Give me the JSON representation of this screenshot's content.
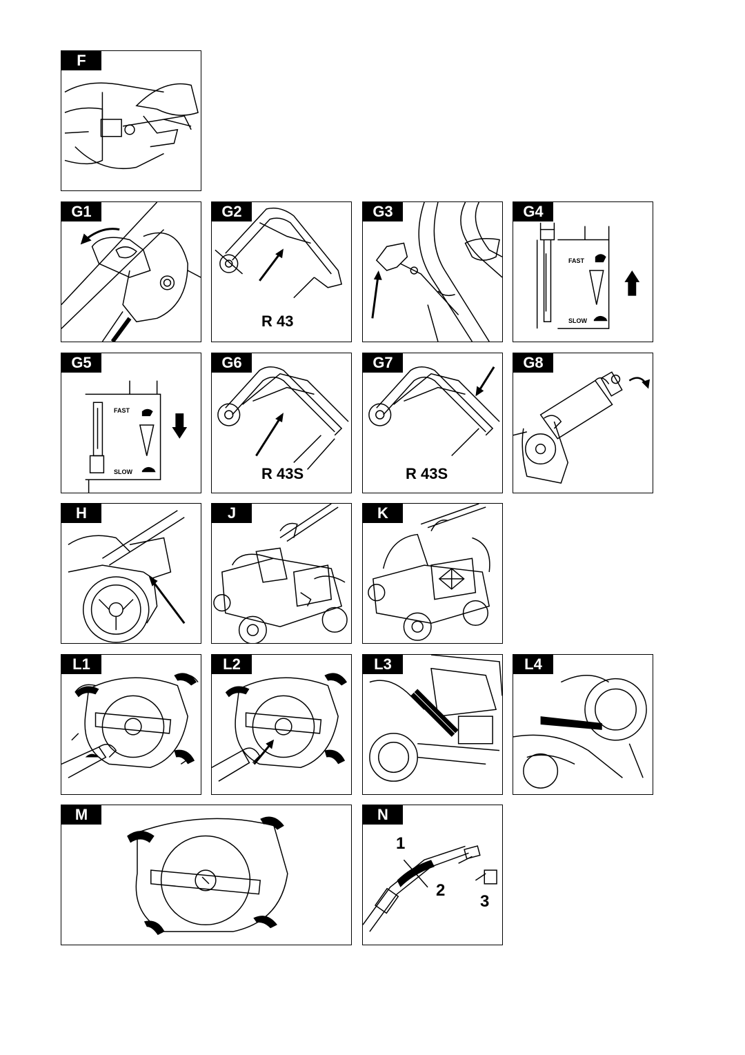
{
  "panels": {
    "F": {
      "tag": "F"
    },
    "G1": {
      "tag": "G1"
    },
    "G2": {
      "tag": "G2",
      "model": "R 43"
    },
    "G3": {
      "tag": "G3"
    },
    "G4": {
      "tag": "G4",
      "fast": "FAST",
      "slow": "SLOW"
    },
    "G5": {
      "tag": "G5",
      "fast": "FAST",
      "slow": "SLOW"
    },
    "G6": {
      "tag": "G6",
      "model": "R 43S"
    },
    "G7": {
      "tag": "G7",
      "model": "R 43S"
    },
    "G8": {
      "tag": "G8"
    },
    "H": {
      "tag": "H"
    },
    "J": {
      "tag": "J"
    },
    "K": {
      "tag": "K"
    },
    "L1": {
      "tag": "L1"
    },
    "L2": {
      "tag": "L2"
    },
    "L3": {
      "tag": "L3"
    },
    "L4": {
      "tag": "L4"
    },
    "M": {
      "tag": "M"
    },
    "N": {
      "tag": "N",
      "callouts": [
        "1",
        "2",
        "3"
      ]
    }
  },
  "icons": {
    "arrow": "arrow-icon",
    "rotate": "rotate-arrow-icon",
    "hare": "hare-icon",
    "tortoise": "tortoise-icon"
  }
}
